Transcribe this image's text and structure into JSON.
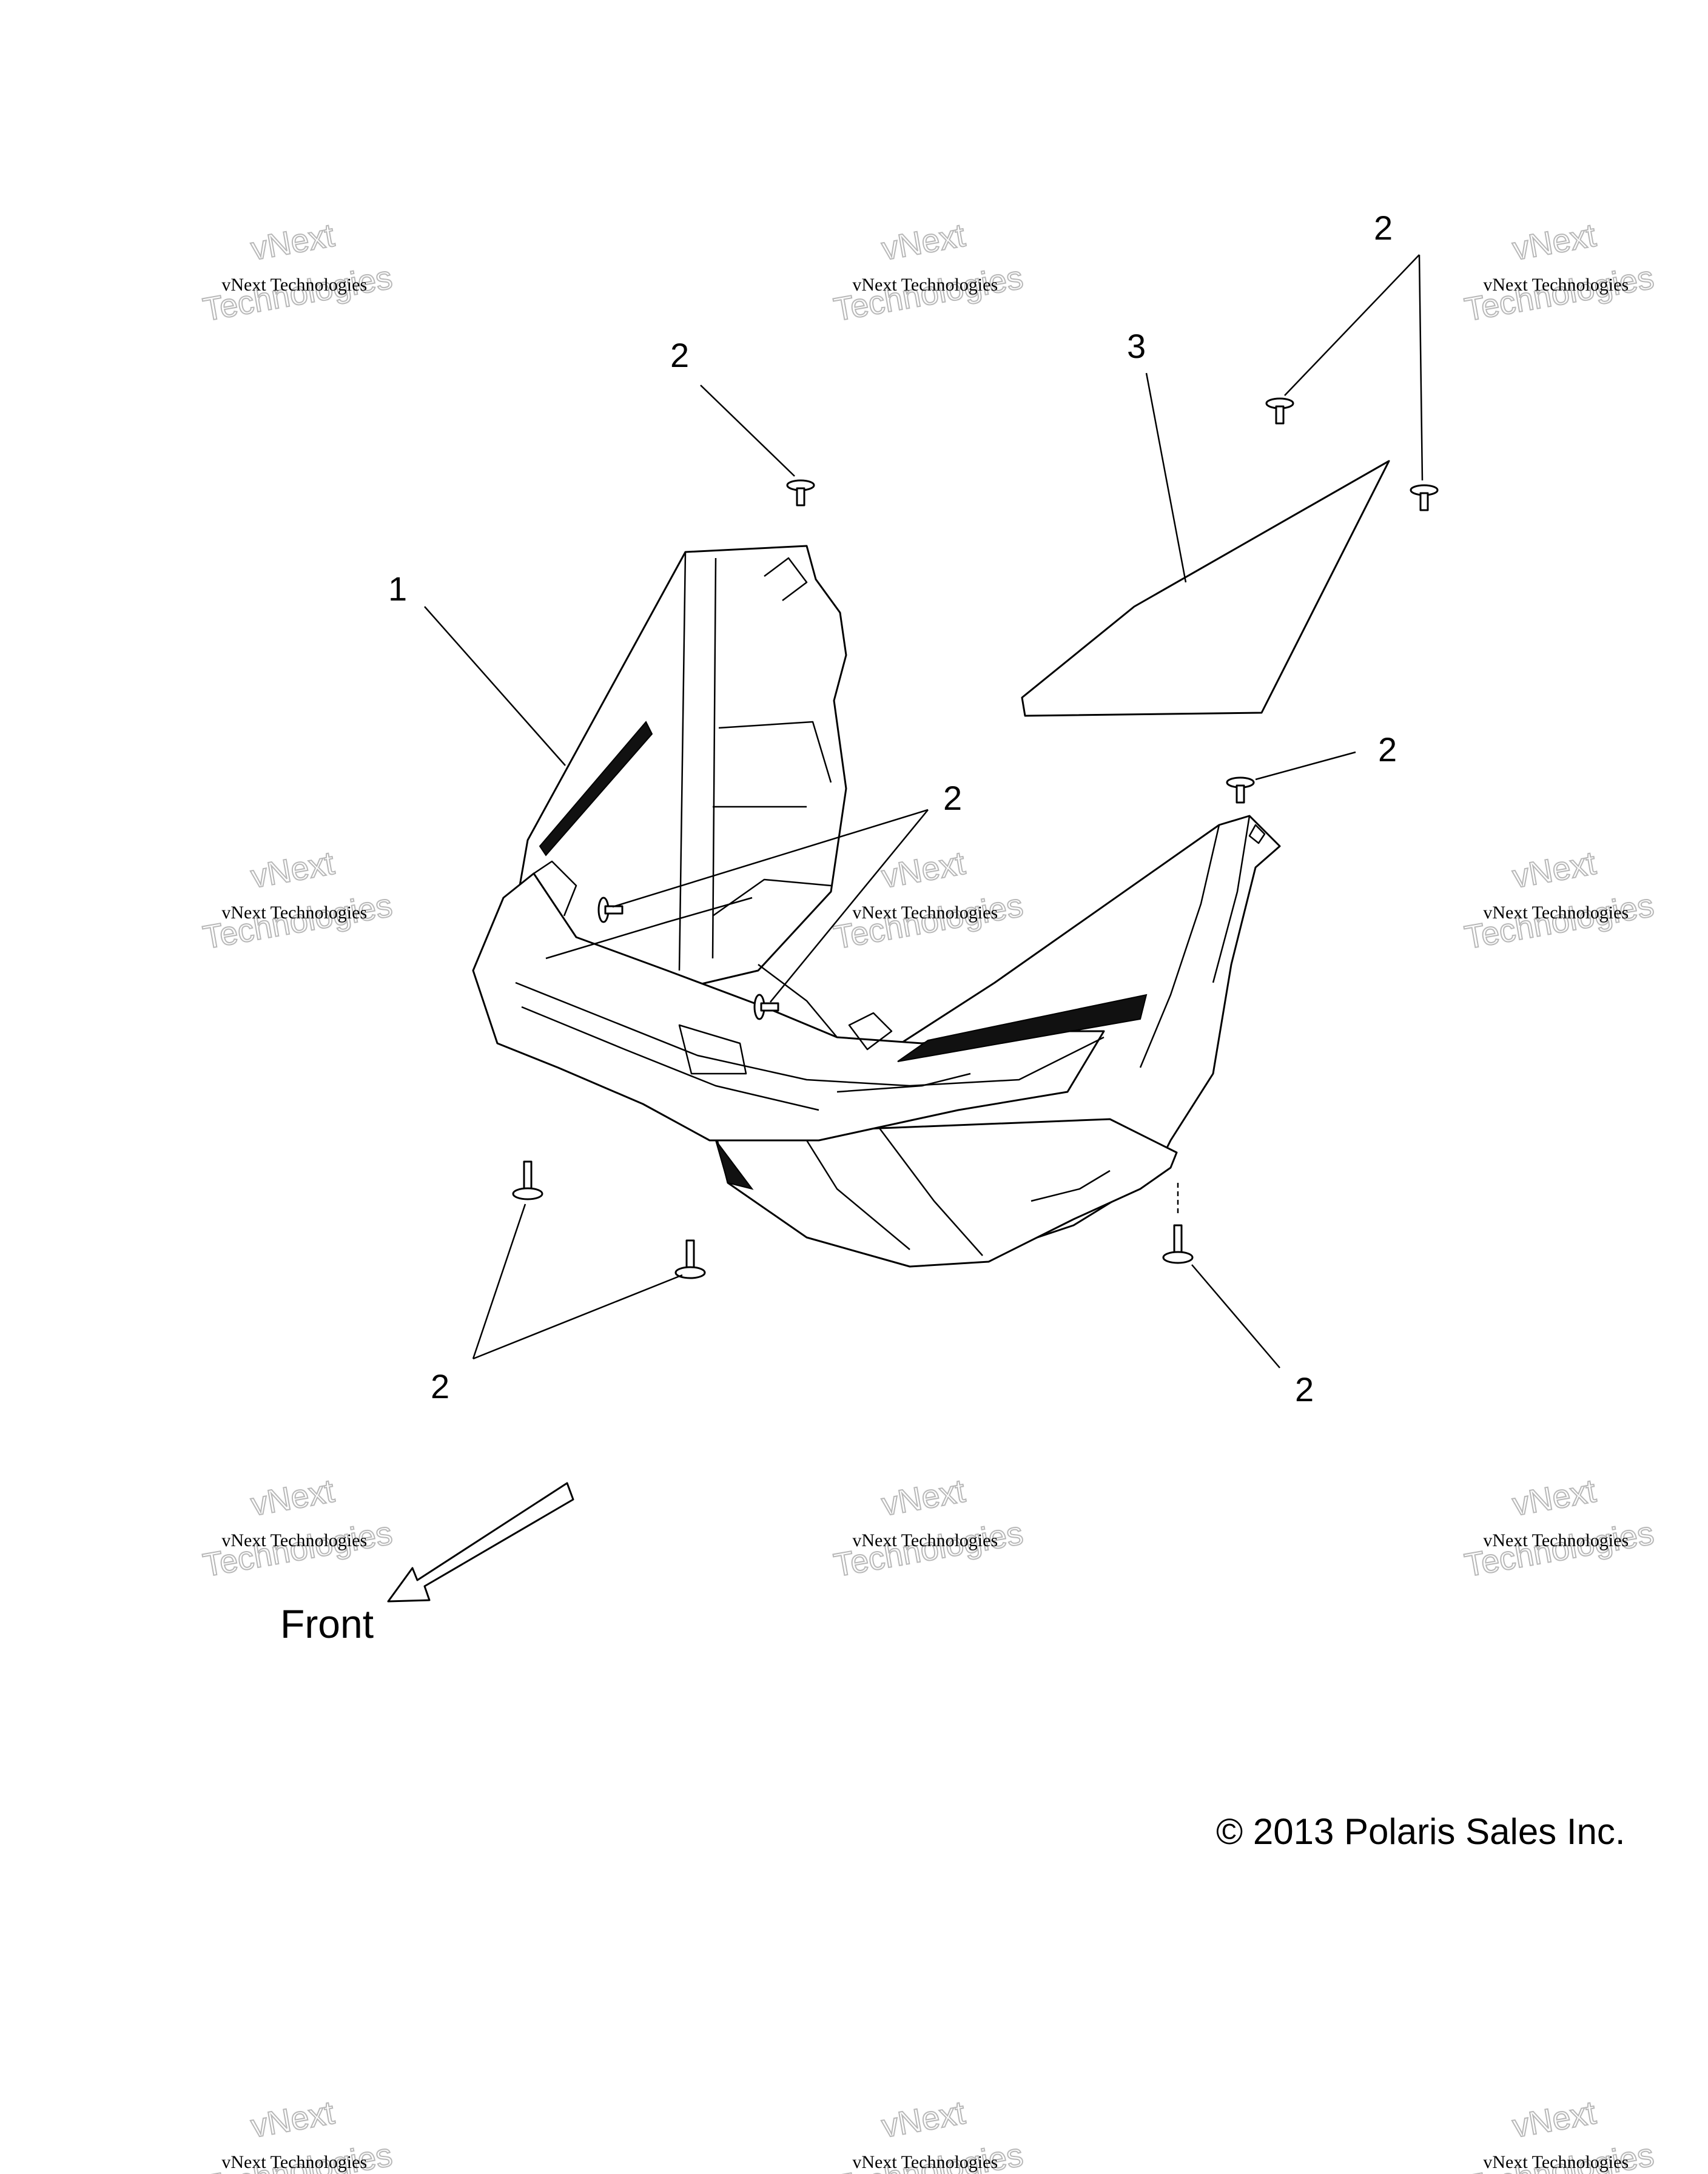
{
  "watermark": {
    "line1": "vNext Technologies",
    "line2": "vNext",
    "line3": "Technologies"
  },
  "callouts": {
    "c1": "1",
    "c2_top_center": "2",
    "c2_top_right": "2",
    "c3": "3",
    "c2_right_mid": "2",
    "c2_center": "2",
    "c2_bottom_left": "2",
    "c2_bottom_right": "2"
  },
  "front_label": "Front",
  "copyright": "© 2013 Polaris Sales Inc."
}
